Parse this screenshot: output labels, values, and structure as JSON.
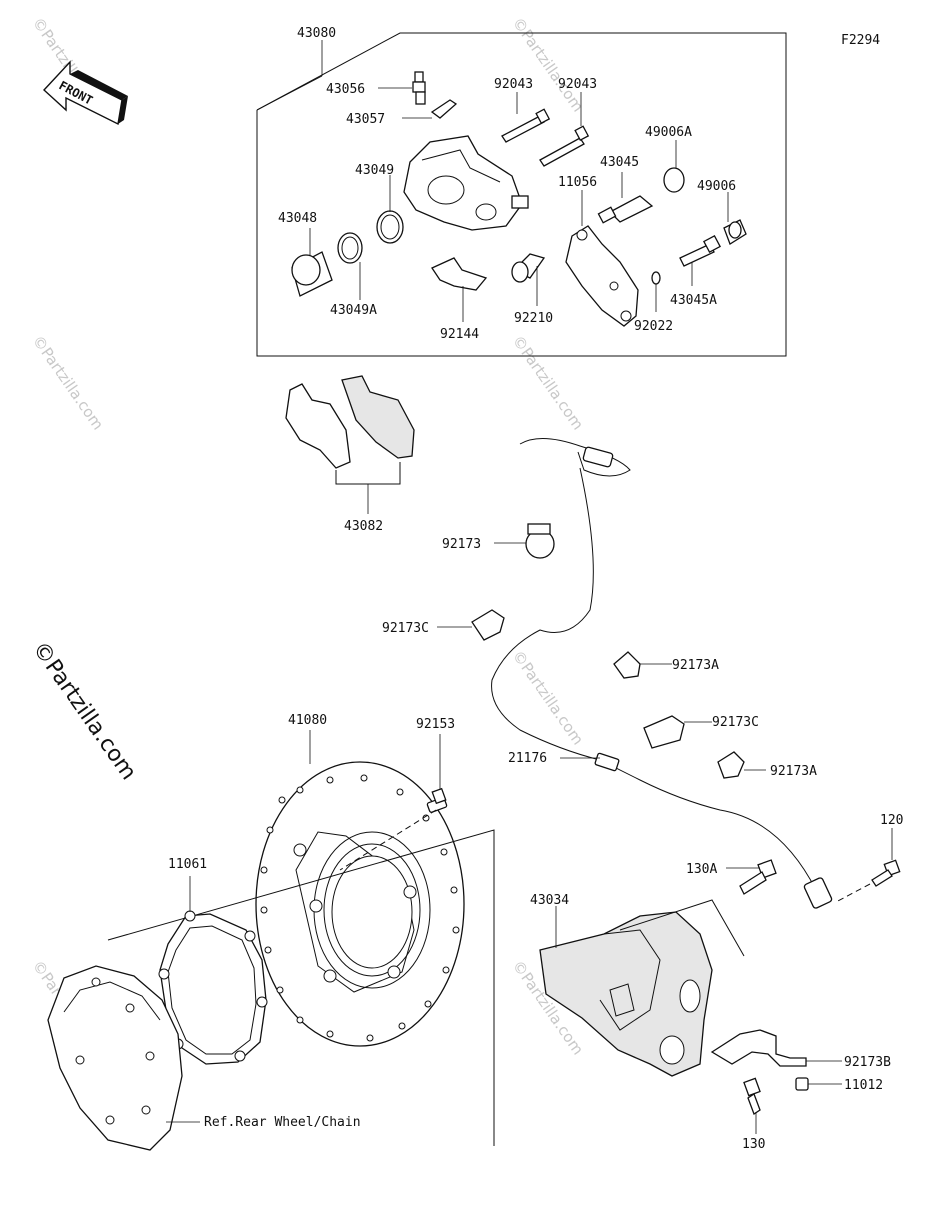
{
  "diagram": {
    "code": "F2294",
    "front_label": "FRONT",
    "watermark": "©Partzilla.com",
    "reference_note": "Ref.Rear Wheel/Chain",
    "caliper_assembly": {
      "assembly_number": "43080",
      "parts": [
        "43056",
        "43057",
        "92043",
        "92043",
        "43049",
        "43048",
        "43049A",
        "92144",
        "11056",
        "43045",
        "49006A",
        "49006",
        "92210",
        "92022",
        "43045A"
      ]
    },
    "pads": "43082",
    "sensor": [
      "92173",
      "92173C",
      "92173A",
      "92173C",
      "92173A",
      "21176"
    ],
    "disc": [
      "41080",
      "92153",
      "11061"
    ],
    "bracket": [
      "43034",
      "130A",
      "120",
      "92173B",
      "11012",
      "130"
    ]
  }
}
